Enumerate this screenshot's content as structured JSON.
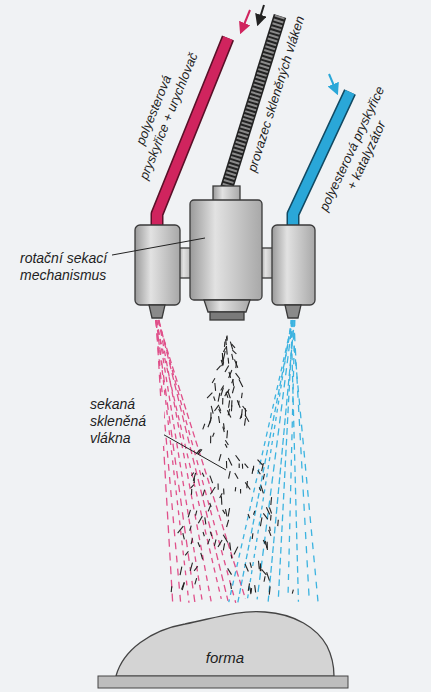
{
  "diagram": {
    "nodes": [
      {
        "text": [
          "forma"
        ]
      }
    ],
    "labels": [
      "polyesterová pryskyřice + urychlovač",
      "provazec skleněných vláken",
      "polyesterová pryskyřice + katalyzátor",
      "rotační sekací mechanismus",
      "sekaná skleněná vlákna"
    ]
  }
}
